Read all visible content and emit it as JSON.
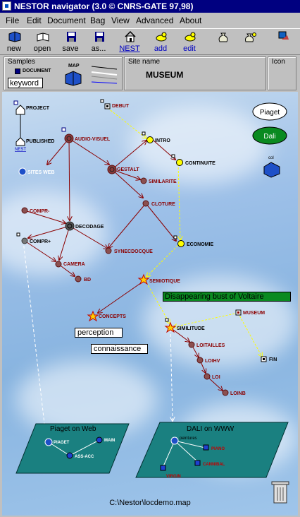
{
  "window": {
    "title": "NESTOR navigator (3.0  © CNRS-GATE 97,98)"
  },
  "menu": [
    "File",
    "Edit",
    "Document",
    "Bag",
    "View",
    "Advanced",
    "About"
  ],
  "toolbar": {
    "new": "new",
    "open": "open",
    "save": "save",
    "save_as": "as...",
    "nest": "NEST",
    "add": "add",
    "edit": "edit"
  },
  "samples": {
    "caption": "Samples",
    "document": "DOCUMENT",
    "map": "MAP",
    "keyword": "keyword"
  },
  "site": {
    "caption": "Site name",
    "value": "MUSEUM"
  },
  "icon_panel": {
    "caption": "Icon"
  },
  "map": {
    "nodes": {
      "project": "PROJECT",
      "published": "PUBLISHED",
      "nest": "NEST",
      "debut": "DEBUT",
      "audio_visuel": "AUDIO-VISUEL",
      "intro": "INTRO",
      "continuite": "CONTINUITE",
      "sites_web": "SITES WEB",
      "gestalt": "GESTALT",
      "similarite": "SIMILARITE",
      "cloture": "CLOTURE",
      "compr_minus": "COMPR-",
      "decodage": "DECODAGE",
      "compr_plus": "COMPR+",
      "economie": "ECONOMIE",
      "synecdocque": "SYNECDOCQUE",
      "camera": "CAMERA",
      "bd": "BD",
      "semiotique": "SEMIOTIQUE",
      "museum": "MUSEUM",
      "concepts": "CONCEPTS",
      "similitude": "SIMILITUDE",
      "loitailles": "LOITAILLES",
      "loihv": "LOIHV",
      "loi": "LOI",
      "loinb": "LOINB",
      "fin": "FIN",
      "piaget": "PIAGET",
      "main": "MAIN",
      "ass_acc": "ASS-ACC",
      "peintures": "peintures",
      "piano": "PIANO",
      "cannibal": "CANNIBAL",
      "virgin": "VIRGIN",
      "col": "col"
    },
    "ovals": {
      "piaget": "Piaget",
      "dali": "Dali"
    },
    "banner": "Disappearing bust of Voltaire",
    "boxes": {
      "perception": "perception",
      "connaissance": "connaissance"
    },
    "islands": {
      "piaget_web": "Piaget on Web",
      "dali_www": "DALI on WWW"
    },
    "path": "C:\\Nestor\\locdemo.map"
  },
  "colors": {
    "title_bar": "#000080",
    "map_sky": "#9dc0e8",
    "node_dark": "#8b3a3a",
    "edge": "#8b0000",
    "yellow": "#ffff00",
    "island": "#1a8080"
  }
}
